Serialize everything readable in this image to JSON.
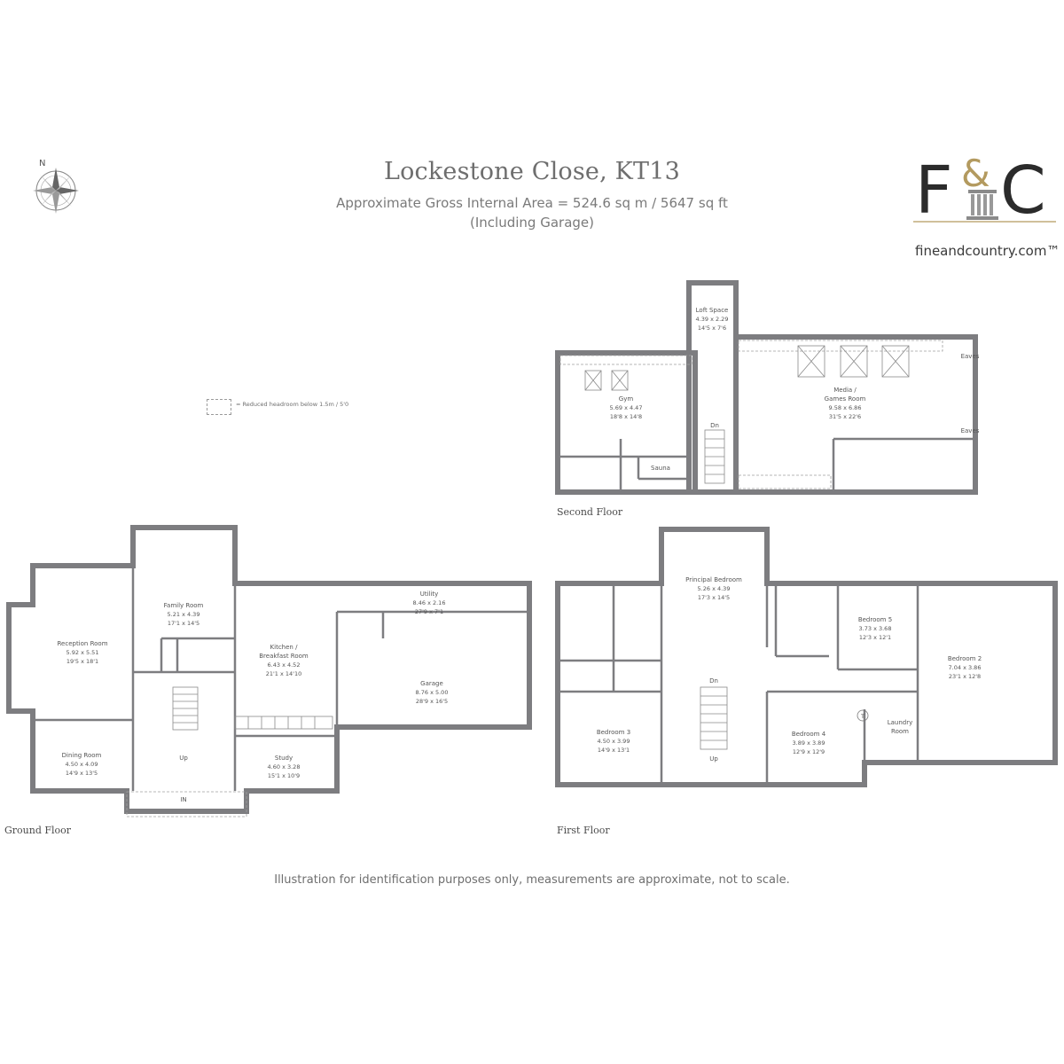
{
  "header": {
    "title": "Lockestone Close, KT13",
    "subtitle": "Approximate Gross Internal Area = 524.6 sq m / 5647 sq ft",
    "subtitle2": "(Including Garage)"
  },
  "compass": {
    "label": "N"
  },
  "logo": {
    "mark_left": "F",
    "mark_amp": "&",
    "mark_right": "C",
    "url": "fineandcountry.com™"
  },
  "legend": {
    "text": "= Reduced headroom below 1.5m / 5'0"
  },
  "floors": {
    "ground": "Ground Floor",
    "first": "First Floor",
    "second": "Second Floor"
  },
  "rooms": {
    "family": {
      "name": "Family Room",
      "metric": "5.21 x 4.39",
      "imperial": "17'1 x 14'5"
    },
    "reception": {
      "name": "Reception Room",
      "metric": "5.92 x 5.51",
      "imperial": "19'5 x 18'1"
    },
    "kitchen": {
      "name1": "Kitchen /",
      "name2": "Breakfast Room",
      "metric": "6.43 x 4.52",
      "imperial": "21'1 x 14'10"
    },
    "utility": {
      "name": "Utility",
      "metric": "8.46 x 2.16",
      "imperial": "27'9 x 7'1"
    },
    "garage": {
      "name": "Garage",
      "metric": "8.76 x 5.00",
      "imperial": "28'9 x 16'5"
    },
    "dining": {
      "name": "Dining Room",
      "metric": "4.50 x 4.09",
      "imperial": "14'9 x 13'5"
    },
    "study": {
      "name": "Study",
      "metric": "4.60 x 3.28",
      "imperial": "15'1 x 10'9"
    },
    "gym": {
      "name": "Gym",
      "metric": "5.69 x 4.47",
      "imperial": "18'8 x 14'8"
    },
    "sauna": {
      "name": "Sauna"
    },
    "loft": {
      "name": "Loft Space",
      "metric": "4.39 x 2.29",
      "imperial": "14'5 x 7'6"
    },
    "media": {
      "name1": "Media /",
      "name2": "Games Room",
      "metric": "9.58 x 6.86",
      "imperial": "31'5 x 22'6"
    },
    "eaves1": {
      "name": "Eaves"
    },
    "eaves2": {
      "name": "Eaves"
    },
    "principal": {
      "name": "Principal Bedroom",
      "metric": "5.26 x 4.39",
      "imperial": "17'3 x 14'5"
    },
    "bed5": {
      "name": "Bedroom 5",
      "metric": "3.73 x 3.68",
      "imperial": "12'3 x 12'1"
    },
    "bed2": {
      "name": "Bedroom 2",
      "metric": "7.04 x 3.86",
      "imperial": "23'1 x 12'8"
    },
    "bed3": {
      "name": "Bedroom 3",
      "metric": "4.50 x 3.99",
      "imperial": "14'9 x 13'1"
    },
    "bed4": {
      "name": "Bedroom 4",
      "metric": "3.89 x 3.89",
      "imperial": "12'9 x 12'9"
    },
    "laundry": {
      "name1": "Laundry",
      "name2": "Room"
    }
  },
  "stairs": {
    "ground_up": "Up",
    "entrance": "IN",
    "second_dn": "Dn",
    "first_dn": "Dn",
    "first_up": "Up",
    "tank": "T"
  },
  "footer": {
    "disclaimer": "Illustration for identification purposes only, measurements are approximate, not to scale."
  },
  "colors": {
    "wall": "#7d7d80",
    "text": "#555555",
    "gold": "#b39a5f",
    "logo": "#2b2b2b"
  }
}
